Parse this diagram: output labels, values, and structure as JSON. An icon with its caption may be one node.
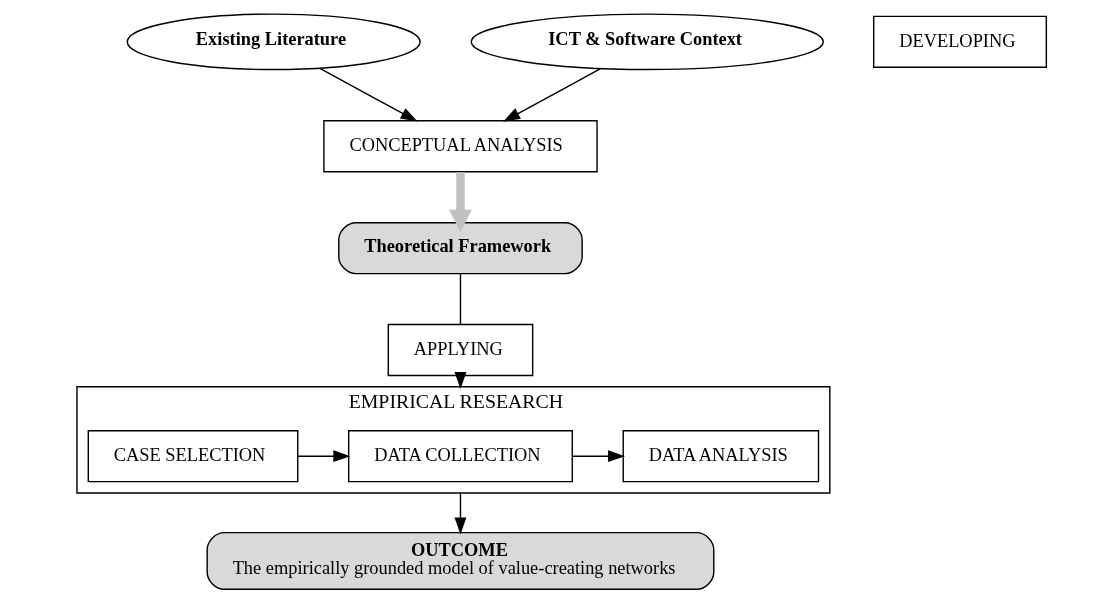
{
  "diagram": {
    "nodes": [
      {
        "text": [
          "Existing Literature"
        ]
      },
      {
        "text": [
          "ICT & Software Context"
        ]
      },
      {
        "text": [
          "CONCEPTUAL ANALYSIS"
        ]
      },
      {
        "text": [
          "Theoretical Framework"
        ]
      },
      {
        "text": [
          "APPLYING"
        ]
      },
      {
        "text": [
          "EMPIRICAL RESEARCH"
        ]
      },
      {
        "text": [
          "CASE SELECTION"
        ],
        "in": 5
      },
      {
        "text": [
          "DATA COLLECTION"
        ],
        "in": 5
      },
      {
        "text": [
          "DATA ANALYSIS"
        ],
        "in": 5
      },
      {
        "text": [
          "DEVELOPING"
        ]
      },
      {
        "text": [
          "OUTCOME",
          "The empirically grounded model of value-creating networks"
        ]
      }
    ],
    "edges": [
      {
        "from": 0,
        "to": 2,
        "arrow": "to"
      },
      {
        "from": 1,
        "to": 2,
        "arrow": "to"
      },
      {
        "from": 2,
        "to": 3,
        "arrow": "to",
        "style": "thick",
        "color": "#c0c0c0"
      },
      {
        "from": 3,
        "to": 4,
        "arrow": "none"
      },
      {
        "from": 4,
        "to": 5,
        "arrow": "to"
      },
      {
        "from": 6,
        "to": 7,
        "arrow": "to"
      },
      {
        "from": 7,
        "to": 8,
        "arrow": "to"
      },
      {
        "from": 5,
        "to": 10,
        "arrow": "to"
      }
    ]
  }
}
